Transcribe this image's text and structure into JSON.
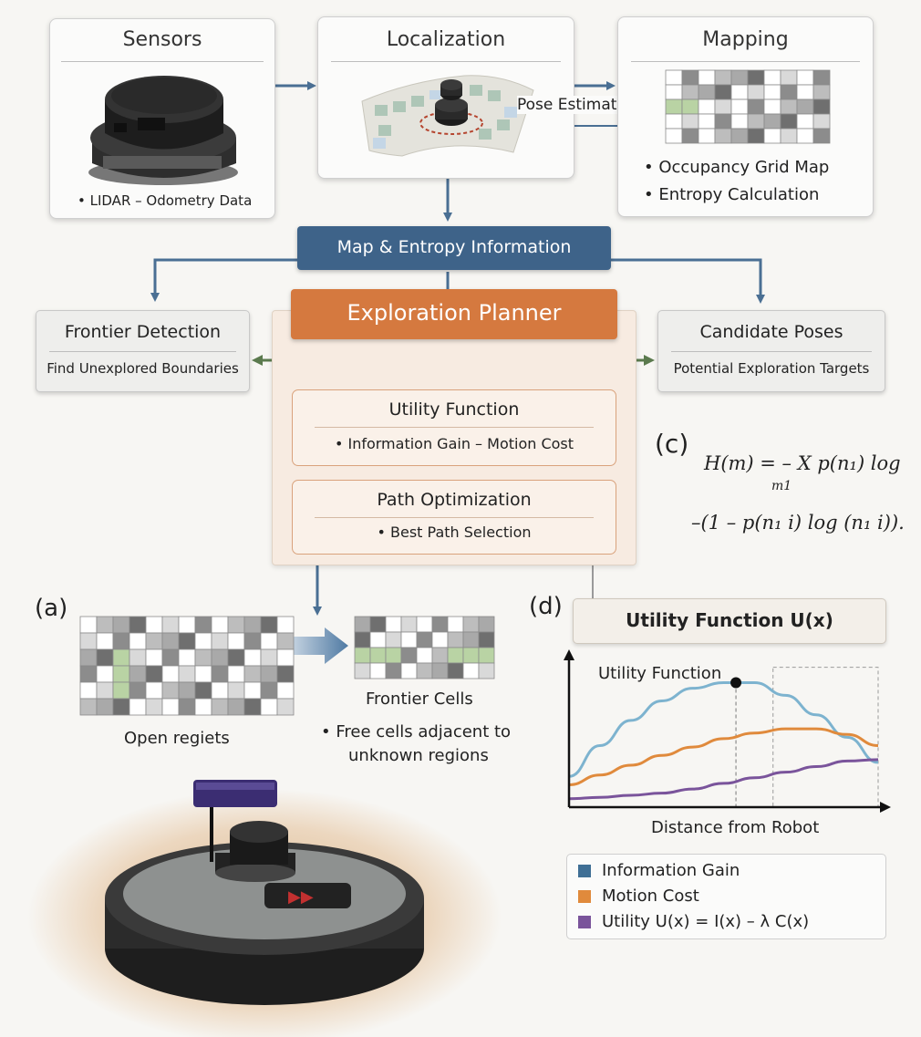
{
  "sensors": {
    "title": "Sensors",
    "caption": "• LIDAR – Odometry Data"
  },
  "localization": {
    "title": "Localization",
    "pose_label": "Pose Estimation"
  },
  "mapping": {
    "title": "Mapping",
    "bullets": [
      "• Occupancy Grid Map",
      "• Entropy Calculation"
    ]
  },
  "map_info": {
    "label": "Map & Entropy Information"
  },
  "planner": {
    "label": "Exploration Planner"
  },
  "frontier_detection": {
    "title": "Frontier Detection",
    "subtitle": "Find Unexplored Boundaries"
  },
  "candidate_poses": {
    "title": "Candidate Poses",
    "subtitle": "Potential Exploration Targets"
  },
  "utility_box": {
    "title": "Utility Function",
    "subtitle": "• Information Gain – Motion Cost"
  },
  "path_box": {
    "title": "Path Optimization",
    "subtitle": "• Best Path Selection"
  },
  "panel_c": {
    "label": "(c)",
    "line1": "H(m) = – X p(n₁) log",
    "sum_sub": "m1",
    "line2": "–(1 – p(n₁ i) log (n₁ i))."
  },
  "panel_a": {
    "label": "(a)",
    "grid_caption": "Open regiets",
    "frontier_title": "Frontier Cells",
    "frontier_note_1": "• Free cells adjacent to",
    "frontier_note_2": "unknown regions"
  },
  "panel_d": {
    "label": "(d)",
    "title": "Utility Function U(x)",
    "chart_title": "Utility Function",
    "xlabel": "Distance from Robot"
  },
  "legend": {
    "items": [
      {
        "label": "Information Gain",
        "color": "#3f6f95"
      },
      {
        "label": "Motion Cost",
        "color": "#e08a3c"
      },
      {
        "label": "Utility U(x) = I(x) – λ C(x)",
        "color": "#7a549b"
      }
    ]
  },
  "colors": {
    "blue_banner": "#3e6389",
    "orange_banner": "#d5793f",
    "arrow_blue": "#4a6f93",
    "arrow_green": "#5b7a4e"
  },
  "chart_data": {
    "type": "line",
    "title": "Utility Function",
    "xlabel": "Distance from Robot",
    "ylabel": "",
    "x": [
      0,
      1,
      2,
      3,
      4,
      5,
      6,
      7,
      8,
      9,
      10
    ],
    "series": [
      {
        "name": "Information Gain",
        "values": [
          2.2,
          4.4,
          6.2,
          7.6,
          8.5,
          8.9,
          8.9,
          8.0,
          6.6,
          5.0,
          3.2
        ]
      },
      {
        "name": "Motion Cost",
        "values": [
          1.6,
          2.3,
          3.0,
          3.7,
          4.3,
          4.9,
          5.3,
          5.6,
          5.6,
          5.2,
          4.4
        ]
      },
      {
        "name": "Utility U(x) = I(x) – λ C(x)",
        "values": [
          0.6,
          0.7,
          0.85,
          1.0,
          1.3,
          1.7,
          2.1,
          2.5,
          2.9,
          3.3,
          3.4
        ]
      }
    ],
    "peak": {
      "x": 5.4,
      "y": 8.9
    },
    "grid": false,
    "legend": "bottom"
  }
}
